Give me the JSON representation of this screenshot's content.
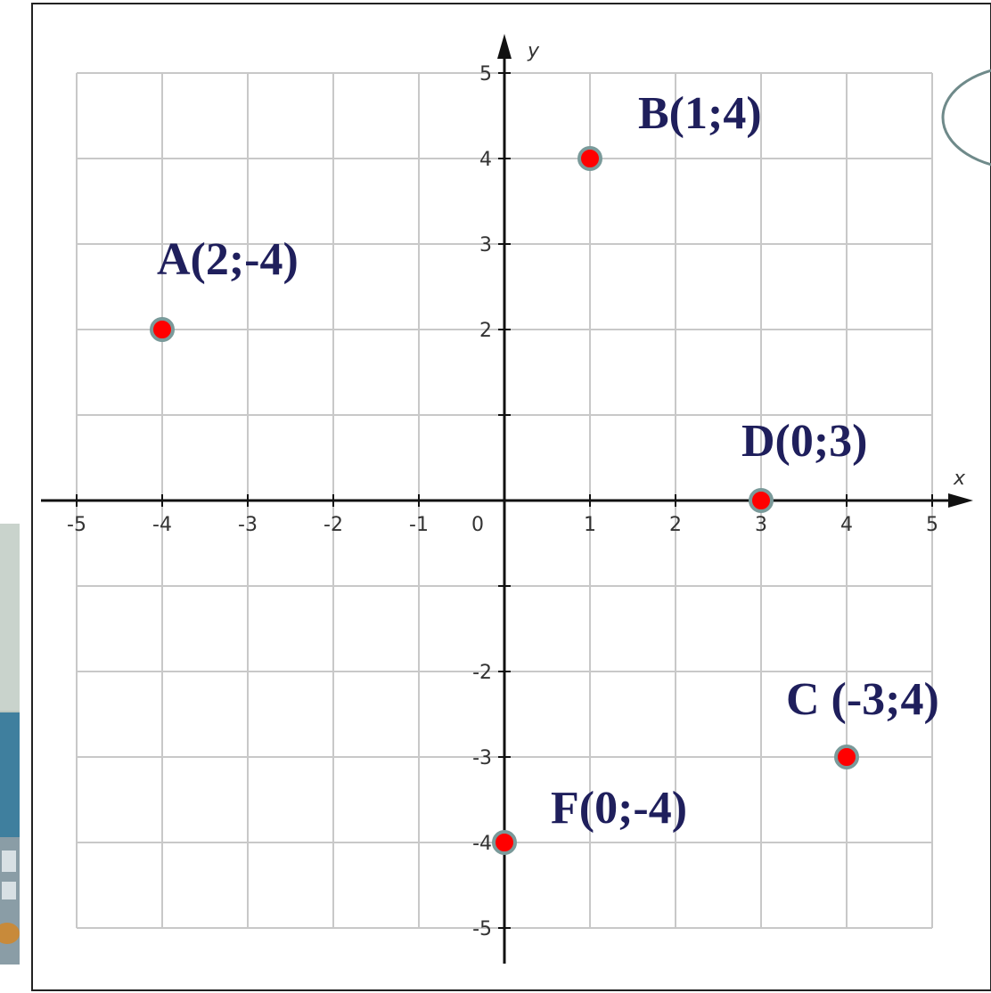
{
  "axes": {
    "x_name": "x",
    "y_name": "y",
    "origin_label": "0",
    "x_tick_labels": [
      {
        "value": -5,
        "label": "-5"
      },
      {
        "value": -4,
        "label": "-4"
      },
      {
        "value": -3,
        "label": "-3"
      },
      {
        "value": -2,
        "label": "-2"
      },
      {
        "value": -1,
        "label": "-1"
      },
      {
        "value": 1,
        "label": "1"
      },
      {
        "value": 2,
        "label": "2"
      },
      {
        "value": 3,
        "label": "3"
      },
      {
        "value": 4,
        "label": "4"
      },
      {
        "value": 5,
        "label": "5"
      }
    ],
    "y_tick_labels": [
      {
        "value": 5,
        "label": "5"
      },
      {
        "value": 4,
        "label": "4"
      },
      {
        "value": 3,
        "label": "3"
      },
      {
        "value": 2,
        "label": "2"
      },
      {
        "value": -2,
        "label": "-2"
      },
      {
        "value": -3,
        "label": "-3"
      },
      {
        "value": -4,
        "label": "-4"
      },
      {
        "value": -5,
        "label": "-5"
      }
    ],
    "range": {
      "xmin": -5,
      "xmax": 5,
      "ymin": -5,
      "ymax": 5
    },
    "grid": true
  },
  "points": [
    {
      "id": "A",
      "label": "A(2;-4)",
      "x": -4,
      "y": 2
    },
    {
      "id": "B",
      "label": "B(1;4)",
      "x": 1,
      "y": 4
    },
    {
      "id": "D",
      "label": "D(0;3)",
      "x": 3,
      "y": 0
    },
    {
      "id": "C",
      "label": "C (-3;4)",
      "x": 4,
      "y": -3
    },
    {
      "id": "F",
      "label": "F(0;-4)",
      "x": 0,
      "y": -4
    }
  ],
  "colors": {
    "point_fill": "#ff0000",
    "point_stroke": "#7a9a9a",
    "label": "#1f1f5c",
    "grid": "#c8c8c8",
    "axis": "#111111"
  }
}
